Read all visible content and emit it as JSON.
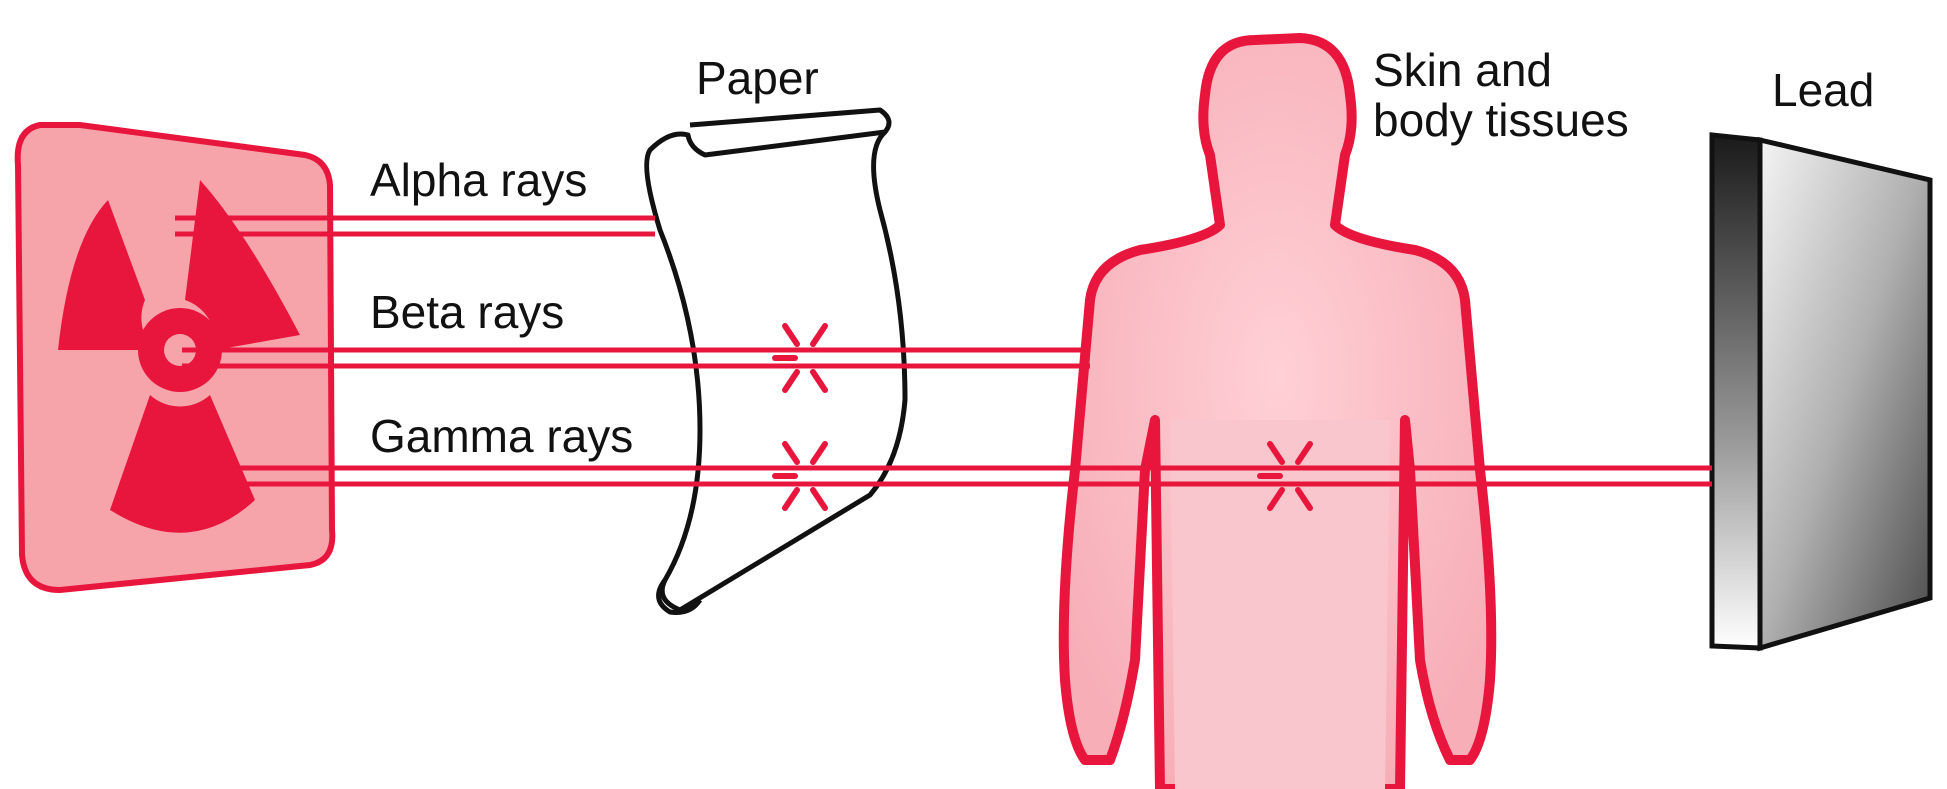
{
  "labels": {
    "paper": "Paper",
    "skin_line1": "Skin and",
    "skin_line2": "body tissues",
    "lead": "Lead",
    "alpha": "Alpha rays",
    "beta": "Beta rays",
    "gamma": "Gamma rays"
  },
  "colors": {
    "radiation_red": "#e8163c",
    "source_fill": "#f7a3aa",
    "body_outline": "#e8163c",
    "body_fill": "#f9c0c7"
  },
  "icons": [
    "radiation-trefoil-icon",
    "impact-burst-icon"
  ]
}
